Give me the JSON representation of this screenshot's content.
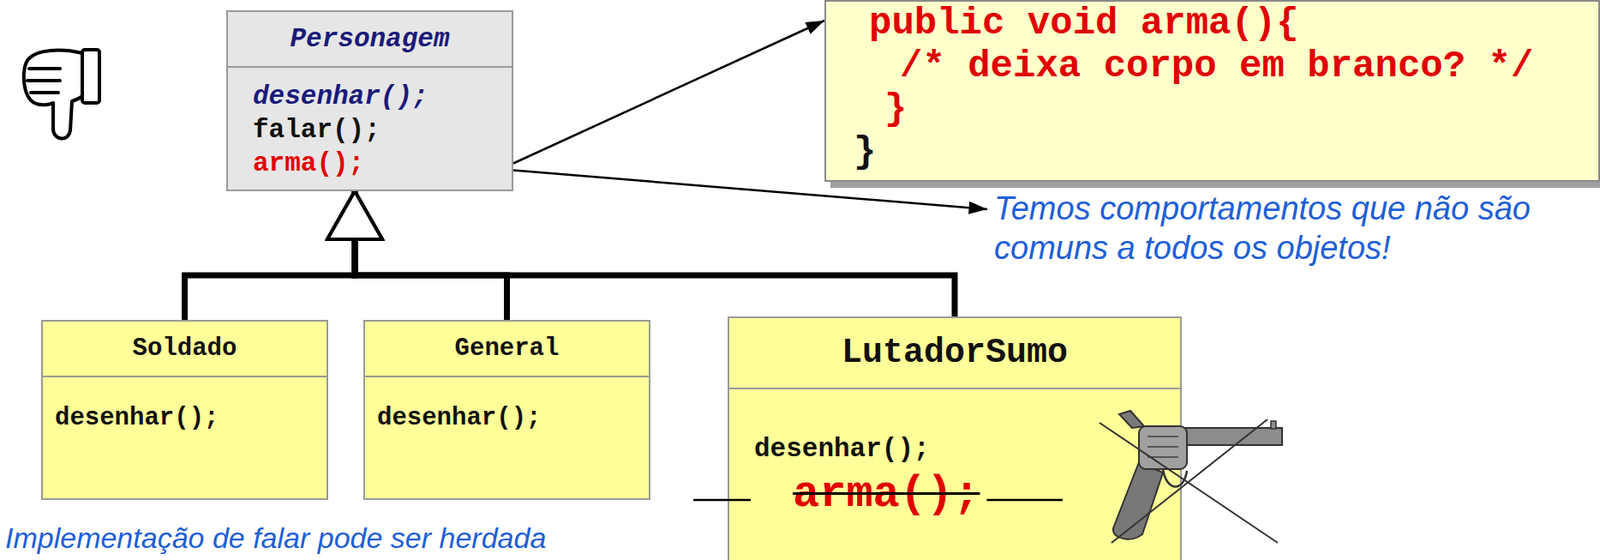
{
  "diagram": {
    "nodes": [
      {
        "text": [
          "Personagem",
          "desenhar();",
          "falar();",
          "arma();"
        ]
      },
      {
        "text": [
          "public void arma(){",
          "/* deixa corpo em branco? */",
          "}",
          "}"
        ]
      },
      {
        "text": [
          "Soldado",
          "desenhar();"
        ]
      },
      {
        "text": [
          "General",
          "desenhar();"
        ]
      },
      {
        "text": [
          "LutadorSumo",
          "desenhar();",
          "arma();"
        ]
      }
    ],
    "edges": [
      {
        "from": 0,
        "to": 1,
        "arrow": "to"
      },
      {
        "from": 2,
        "to": 0,
        "arrow": "to"
      },
      {
        "from": 3,
        "to": 0,
        "arrow": "to"
      },
      {
        "from": 4,
        "to": 0,
        "arrow": "to"
      }
    ],
    "labels": [
      "Temos comportamentos que não são comuns a todos os objetos!",
      "Implementação de falar pode ser herdada"
    ]
  }
}
